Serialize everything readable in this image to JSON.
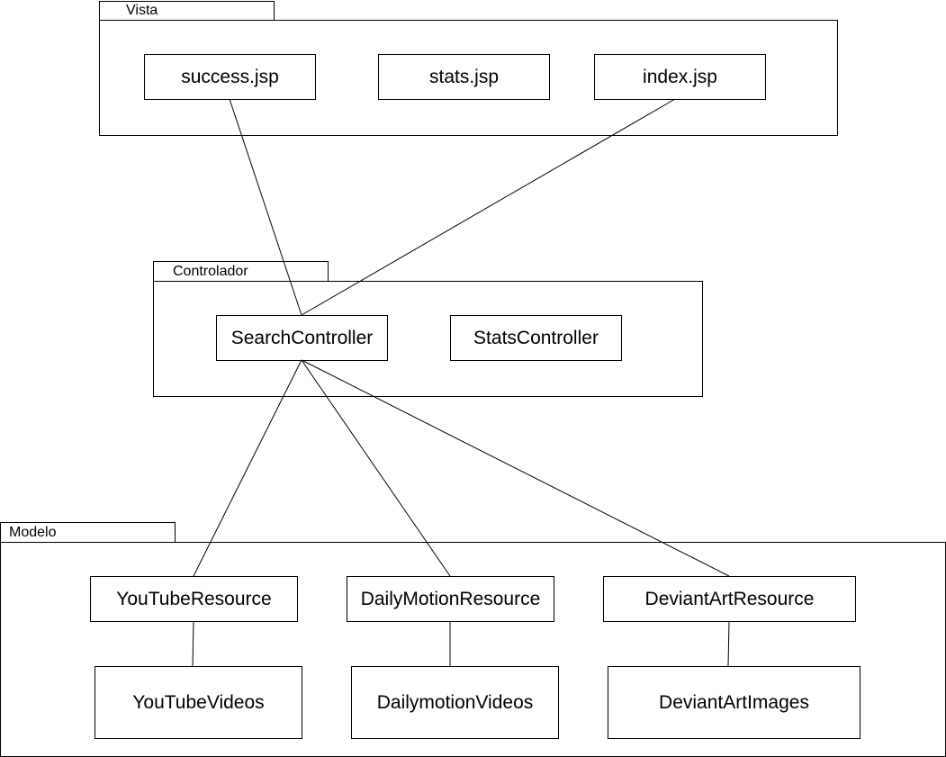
{
  "packages": {
    "vista": {
      "label": "Vista"
    },
    "controlador": {
      "label": "Controlador"
    },
    "modelo": {
      "label": "Modelo"
    }
  },
  "nodes": {
    "success_jsp": "success.jsp",
    "stats_jsp": "stats.jsp",
    "index_jsp": "index.jsp",
    "search_controller": "SearchController",
    "stats_controller": "StatsController",
    "youtube_resource": "YouTubeResource",
    "dailymotion_resource": "DailyMotionResource",
    "deviantart_resource": "DeviantArtResource",
    "youtube_videos": "YouTubeVideos",
    "dailymotion_videos": "DailymotionVideos",
    "deviantart_images": "DeviantArtImages"
  },
  "colors": {
    "stroke": "#000000",
    "background": "#ffffff"
  }
}
